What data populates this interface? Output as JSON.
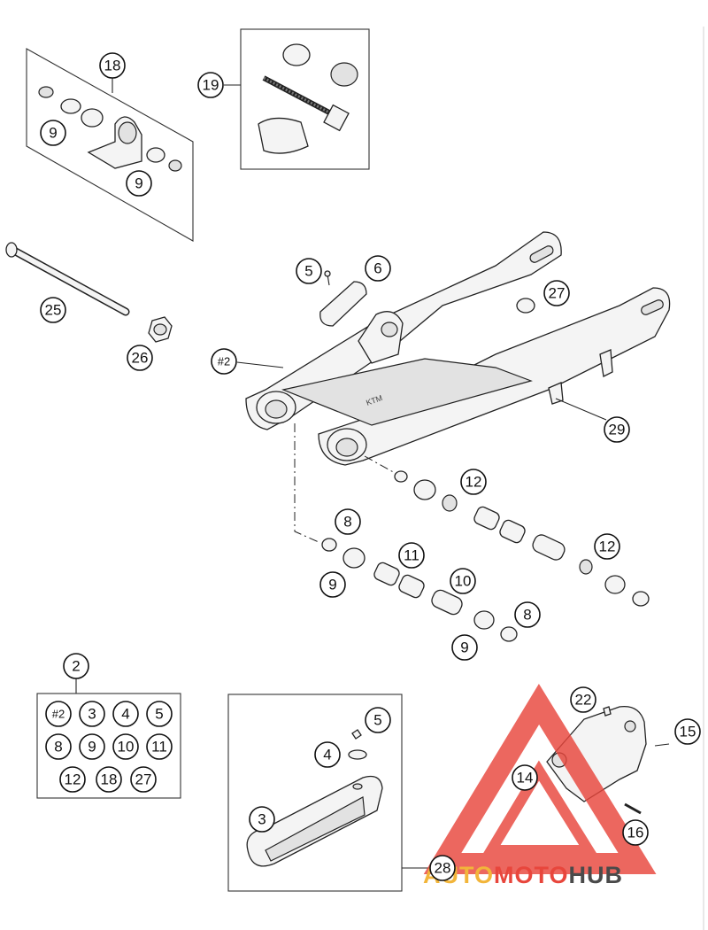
{
  "callouts": {
    "c18": "18",
    "c19": "19",
    "c9a": "9",
    "c9b": "9",
    "c25": "25",
    "c26": "26",
    "c5a": "5",
    "c6": "6",
    "c27": "27",
    "c2hash": "#2",
    "c29": "29",
    "c12a": "12",
    "c8a": "8",
    "c11": "11",
    "c12b": "12",
    "c9c": "9",
    "c10": "10",
    "c8b": "8",
    "c9d": "9",
    "c2": "2",
    "c22": "22",
    "c15": "15",
    "c5b": "5",
    "c4": "4",
    "c14": "14",
    "c3": "3",
    "c16": "16",
    "c28": "28"
  },
  "kit_box": {
    "row1": [
      "#2",
      "3",
      "4",
      "5"
    ],
    "row2": [
      "8",
      "9",
      "10",
      "11"
    ],
    "row3": [
      "12",
      "18",
      "27"
    ]
  },
  "watermark": {
    "part1": "AUTO",
    "part2": "MOTO",
    "part3": "HUB",
    "color_primary": "#e8463c",
    "color_secondary": "#f2b53a",
    "color_dark": "#4a4a4a"
  },
  "frame_stamp": "KTM"
}
